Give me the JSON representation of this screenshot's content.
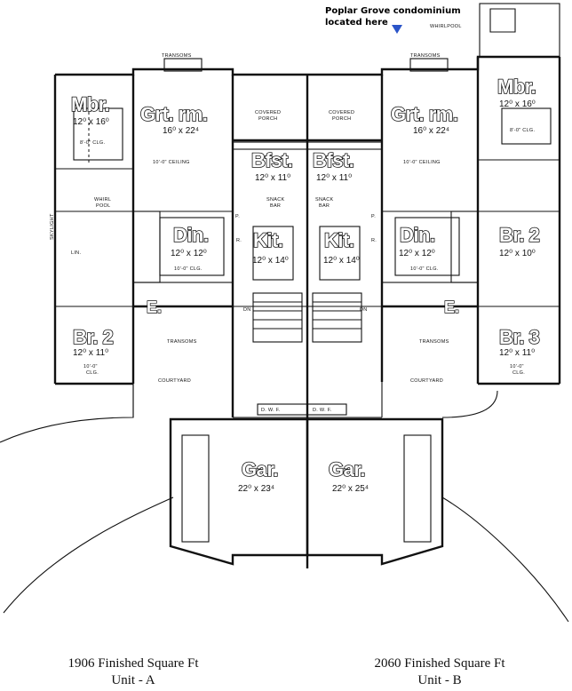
{
  "annotation": {
    "line1": "Poplar Grove condominium",
    "line2": "located here"
  },
  "units": [
    {
      "caption_area": "1906 Finished Square Ft",
      "caption_unit": "Unit - A",
      "rooms": {
        "mbr": {
          "name": "Mbr.",
          "dim": "12⁰ x 16⁰"
        },
        "grt": {
          "name": "Grt. rm.",
          "dim": "16⁰ x 22⁴"
        },
        "bfst": {
          "name": "Bfst.",
          "dim": "12⁰ x 11⁰"
        },
        "din": {
          "name": "Din.",
          "dim": "12⁰ x 12⁰"
        },
        "kit": {
          "name": "Kit.",
          "dim": "12⁰ x 14⁰"
        },
        "br2": {
          "name": "Br. 2",
          "dim": "12⁰ x 11⁰"
        },
        "entry": {
          "name": "E."
        },
        "gar": {
          "name": "Gar.",
          "dim": "22⁰ x 23⁴"
        }
      }
    },
    {
      "caption_area": "2060 Finished Square Ft",
      "caption_unit": "Unit - B",
      "rooms": {
        "mbr": {
          "name": "Mbr.",
          "dim": "12⁰ x 16⁰"
        },
        "grt": {
          "name": "Grt. rm.",
          "dim": "16⁰ x 22⁴"
        },
        "bfst": {
          "name": "Bfst.",
          "dim": "12⁰ x 11⁰"
        },
        "din": {
          "name": "Din.",
          "dim": "12⁰ x 12⁰"
        },
        "kit": {
          "name": "Kit.",
          "dim": "12⁰ x 14⁰"
        },
        "br2": {
          "name": "Br. 2",
          "dim": "12⁰ x 10⁰"
        },
        "br3": {
          "name": "Br. 3",
          "dim": "12⁰ x 11⁰"
        },
        "entry": {
          "name": "E."
        },
        "gar": {
          "name": "Gar.",
          "dim": "22⁰ x 25⁴"
        }
      }
    }
  ],
  "small_labels": {
    "transoms": "TRANSOMS",
    "covered": "COVERED",
    "porch": "PORCH",
    "snack": "SNACK",
    "bar": "BAR",
    "courtyard": "COURTYARD",
    "whirlpool": "WHIRLPOOL",
    "whirl": "WHIRL",
    "pool": "POOL",
    "skylight": "SKYLIGHT",
    "lin": "LIN.",
    "dn": "DN",
    "ceiling": "10'-0\" CEILING",
    "clg": "10'-0\" CLG.",
    "clg2": "10'-0\"",
    "clg3": "CLG.",
    "closet": "8'-0\" CLG.",
    "pantry": "P.",
    "refrig": "R.",
    "dwf": "D. W. F."
  }
}
